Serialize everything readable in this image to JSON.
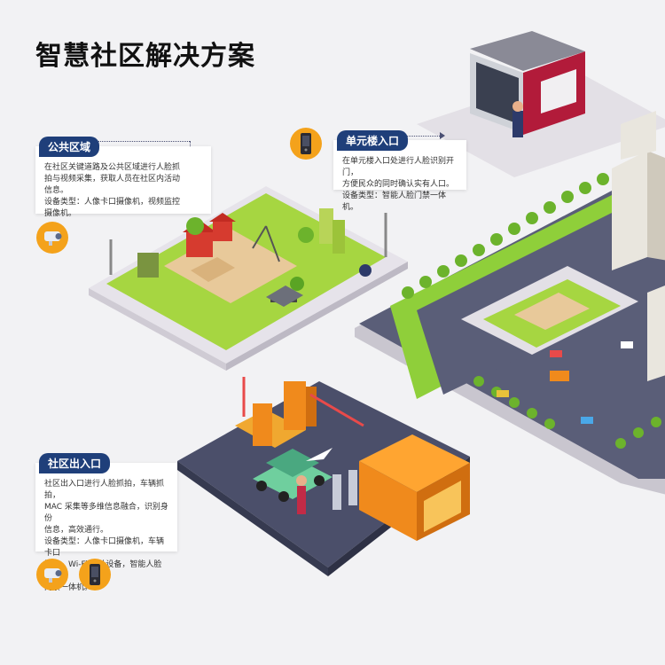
{
  "page": {
    "title": "智慧社区解决方案"
  },
  "cards": {
    "public_area": {
      "tag": "公共区域",
      "lines": [
        "在社区关键道路及公共区域进行人脸抓",
        "拍与视频采集，获取人员在社区内活动",
        "信息。",
        "设备类型：人像卡口摄像机，视频监控",
        "摄像机。"
      ]
    },
    "unit_entrance": {
      "tag": "单元楼入口",
      "lines": [
        "在单元楼入口处进行人脸识别开门，",
        "方便民众的同时确认实有人口。",
        "设备类型：智能人脸门禁一体机。"
      ]
    },
    "community_gate": {
      "tag": "社区出入口",
      "lines": [
        "社区出入口进行人脸抓拍，车辆抓拍，",
        "MAC 采集等多维信息融合，识别身份",
        "信息，高效通行。",
        "设备类型：人像卡口摄像机，车辆卡口",
        "摄像，Wi-Fi 探针设备，智能人脸识别",
        "门禁一体机。"
      ]
    }
  },
  "colors": {
    "tag_bg": "#1f3f7a",
    "icon_bg": "#f4a21b",
    "grass": "#9bd23b",
    "road": "#4b4f6a",
    "orange": "#f08a1c",
    "building": "#e9e6de"
  },
  "icons": {
    "camera": "bullet-camera-icon",
    "face_terminal": "face-recognition-terminal-icon"
  }
}
